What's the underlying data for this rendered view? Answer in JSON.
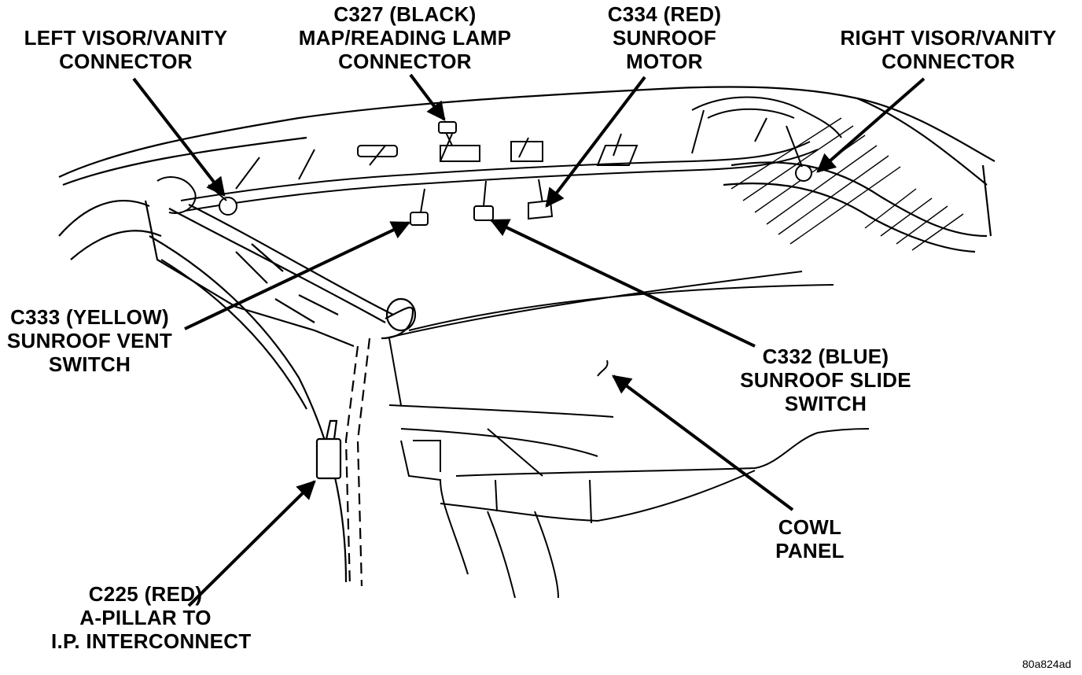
{
  "colors": {
    "ink": "#000000",
    "paper": "#ffffff"
  },
  "labels": {
    "left_visor": [
      "LEFT VISOR/VANITY",
      "CONNECTOR"
    ],
    "c327": [
      "C327 (BLACK)",
      "MAP/READING LAMP",
      "CONNECTOR"
    ],
    "c334": [
      "C334 (RED)",
      "SUNROOF",
      "MOTOR"
    ],
    "right_visor": [
      "RIGHT VISOR/VANITY",
      "CONNECTOR"
    ],
    "c333": [
      "C333 (YELLOW)",
      "SUNROOF VENT",
      "SWITCH"
    ],
    "c332": [
      "C332 (BLUE)",
      "SUNROOF SLIDE",
      "SWITCH"
    ],
    "cowl": [
      "COWL",
      "PANEL"
    ],
    "c225": [
      "C225 (RED)",
      "A-PILLAR TO",
      "I.P. INTERCONNECT"
    ]
  },
  "figure_code": "80a824ad"
}
